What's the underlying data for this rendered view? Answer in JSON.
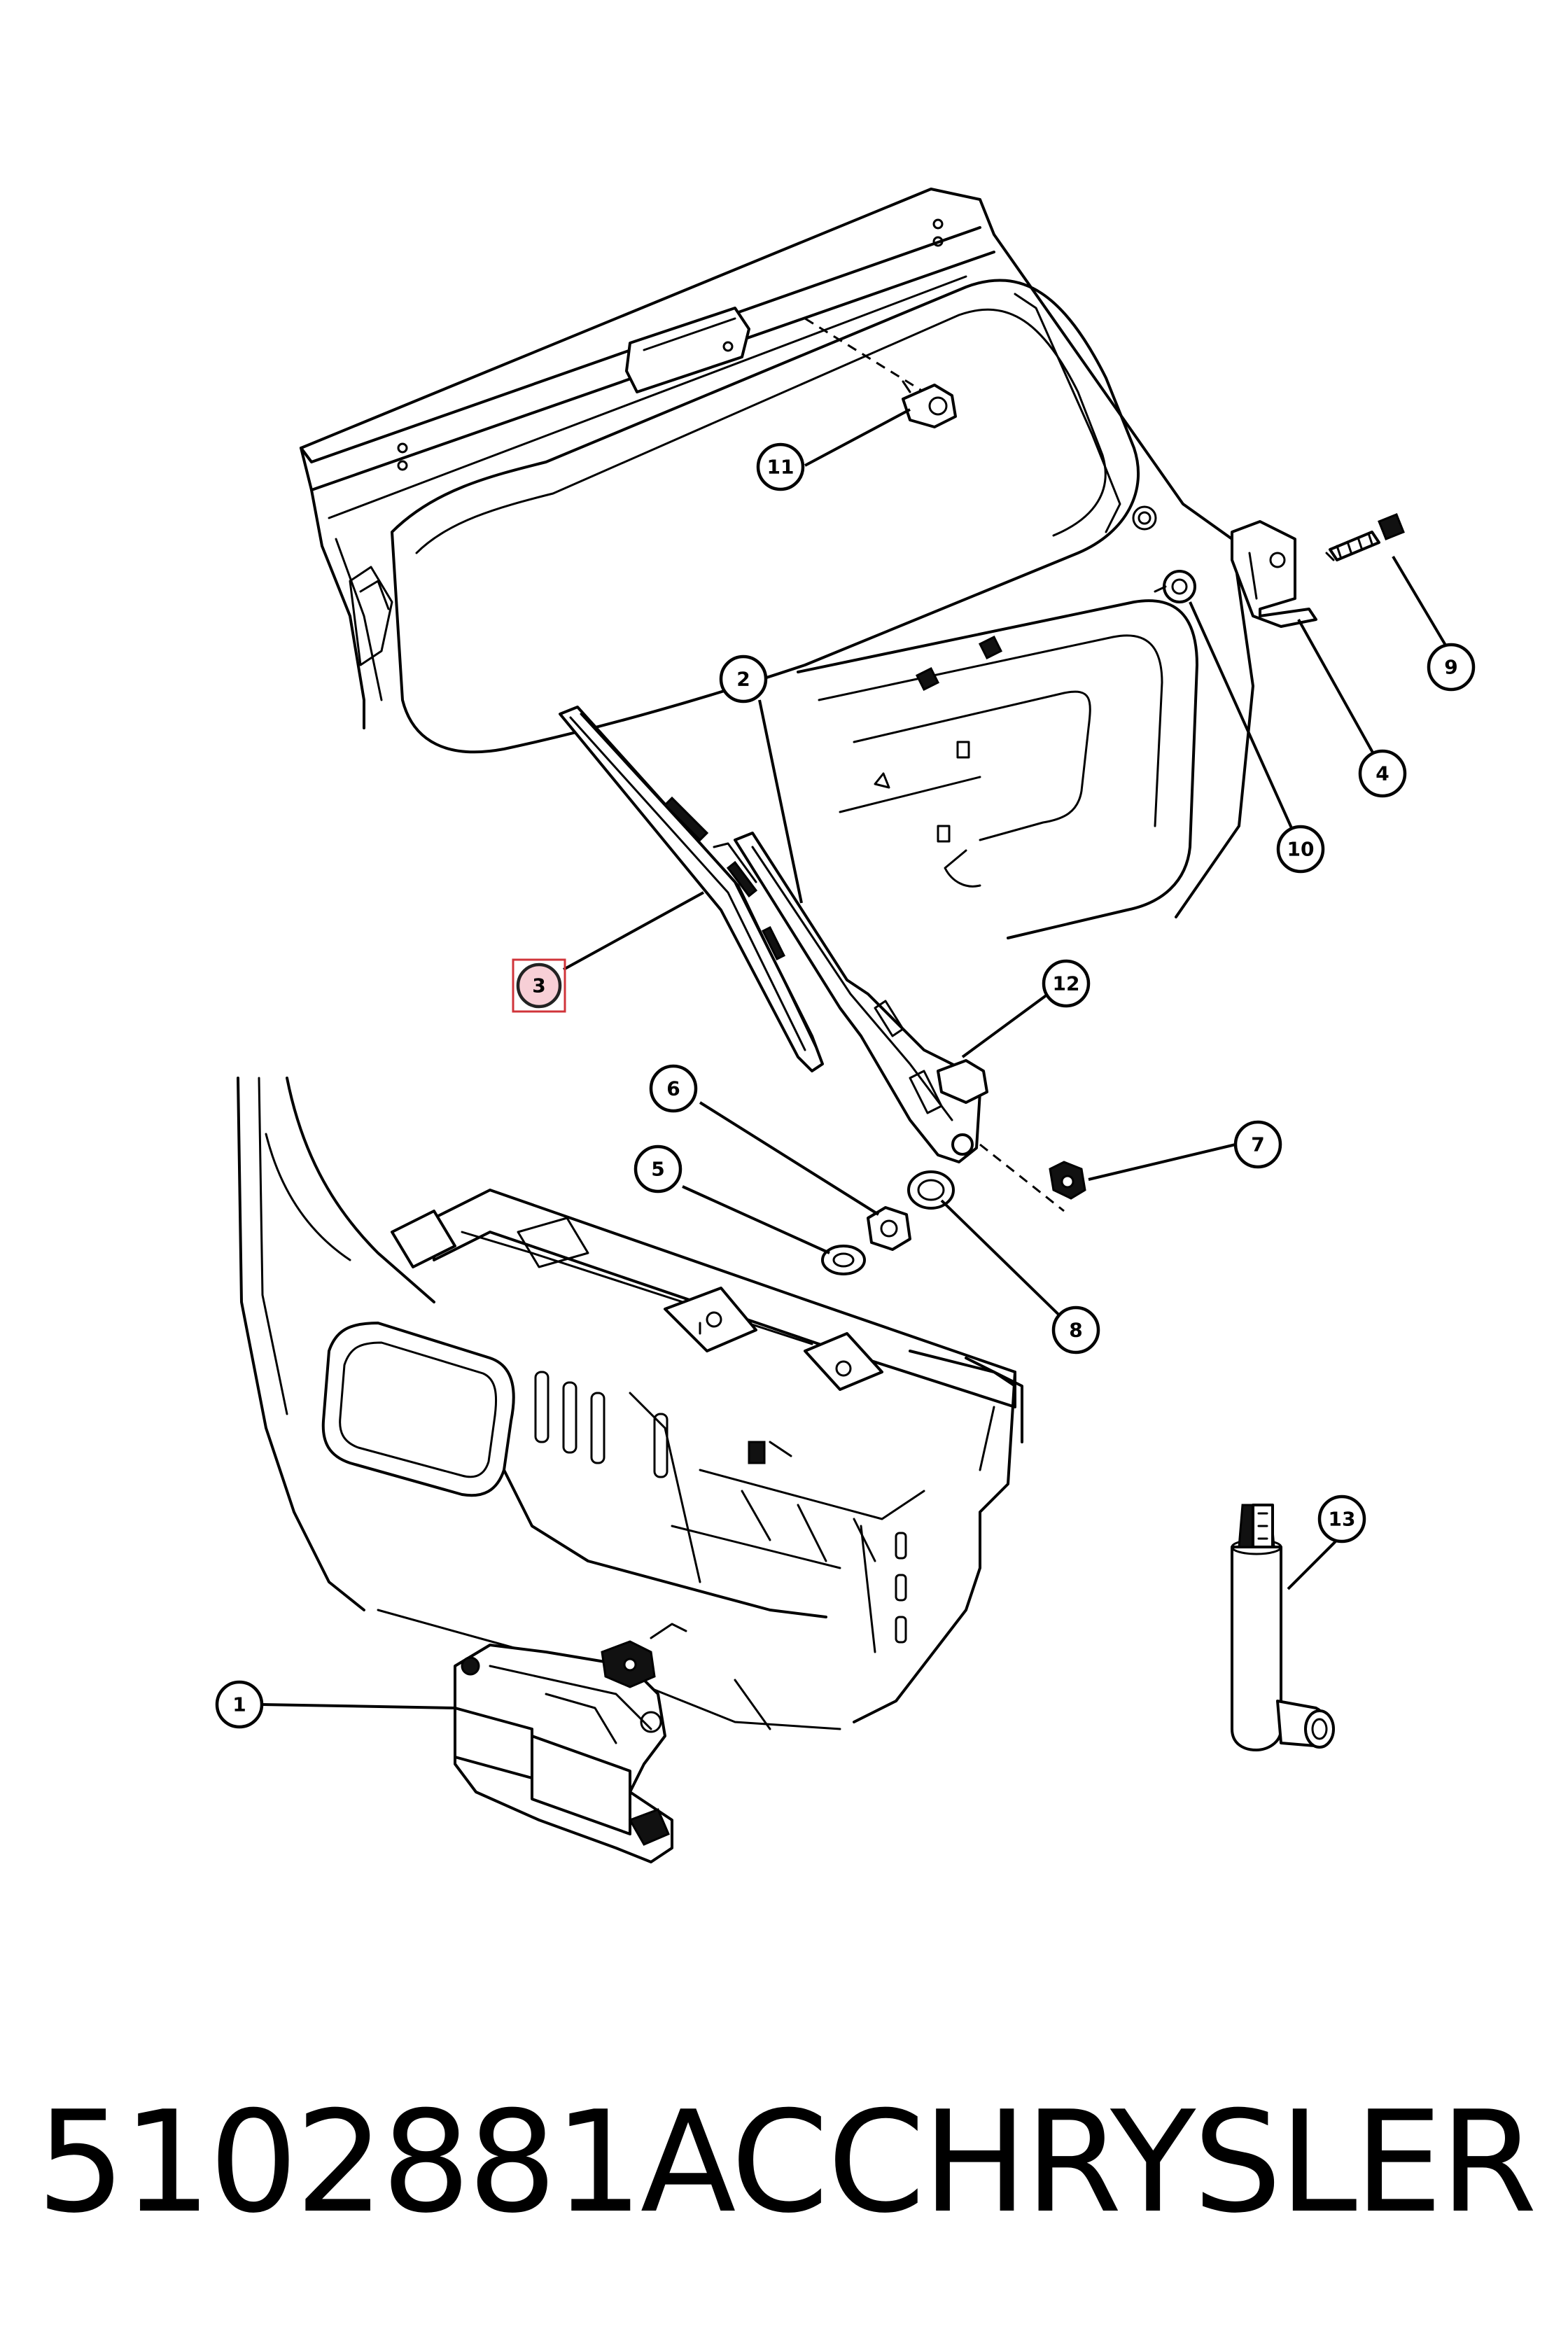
{
  "callouts": [
    {
      "id": "1",
      "label": "1"
    },
    {
      "id": "2",
      "label": "2"
    },
    {
      "id": "3",
      "label": "3",
      "highlighted": true
    },
    {
      "id": "4",
      "label": "4"
    },
    {
      "id": "5",
      "label": "5"
    },
    {
      "id": "6",
      "label": "6"
    },
    {
      "id": "7",
      "label": "7"
    },
    {
      "id": "8",
      "label": "8"
    },
    {
      "id": "9",
      "label": "9"
    },
    {
      "id": "10",
      "label": "10"
    },
    {
      "id": "11",
      "label": "11"
    },
    {
      "id": "12",
      "label": "12"
    },
    {
      "id": "13",
      "label": "13"
    }
  ],
  "footer": {
    "part_number": "5102881AC",
    "brand": "CHRYSLER"
  },
  "colors": {
    "line": "#000000",
    "background": "#ffffff",
    "highlight_fill": "#f7cfd6",
    "highlight_box": "#d0343a"
  }
}
